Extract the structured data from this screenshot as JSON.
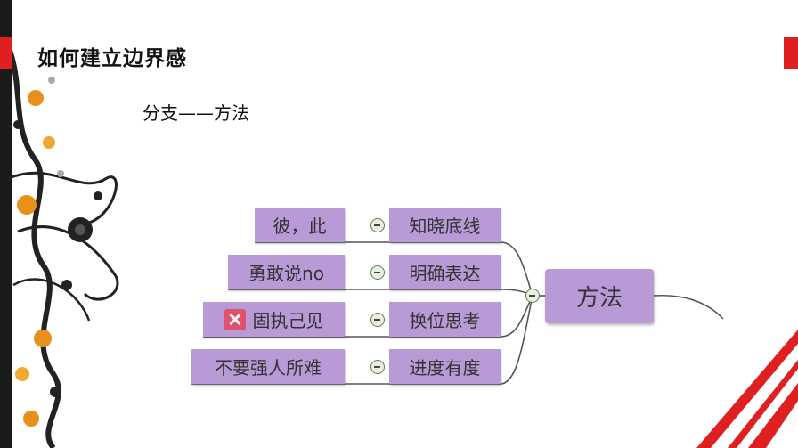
{
  "slide": {
    "title": "如何建立边界感",
    "subtitle": "分支——方法"
  },
  "mindmap": {
    "central": "方法",
    "branches": [
      {
        "method": "知晓底线",
        "sub": "彼，此",
        "marked_x": false
      },
      {
        "method": "明确表达",
        "sub": "勇敢说no",
        "marked_x": false
      },
      {
        "method": "换位思考",
        "sub": "固执己见",
        "marked_x": true
      },
      {
        "method": "进度有度",
        "sub": "不要强人所难",
        "marked_x": false
      }
    ]
  },
  "colors": {
    "node_fill": "#b79ad6",
    "connector": "#555555",
    "accent_red": "#e02020",
    "decor_orange": "#e8901a",
    "x_badge": "#e0506a"
  }
}
